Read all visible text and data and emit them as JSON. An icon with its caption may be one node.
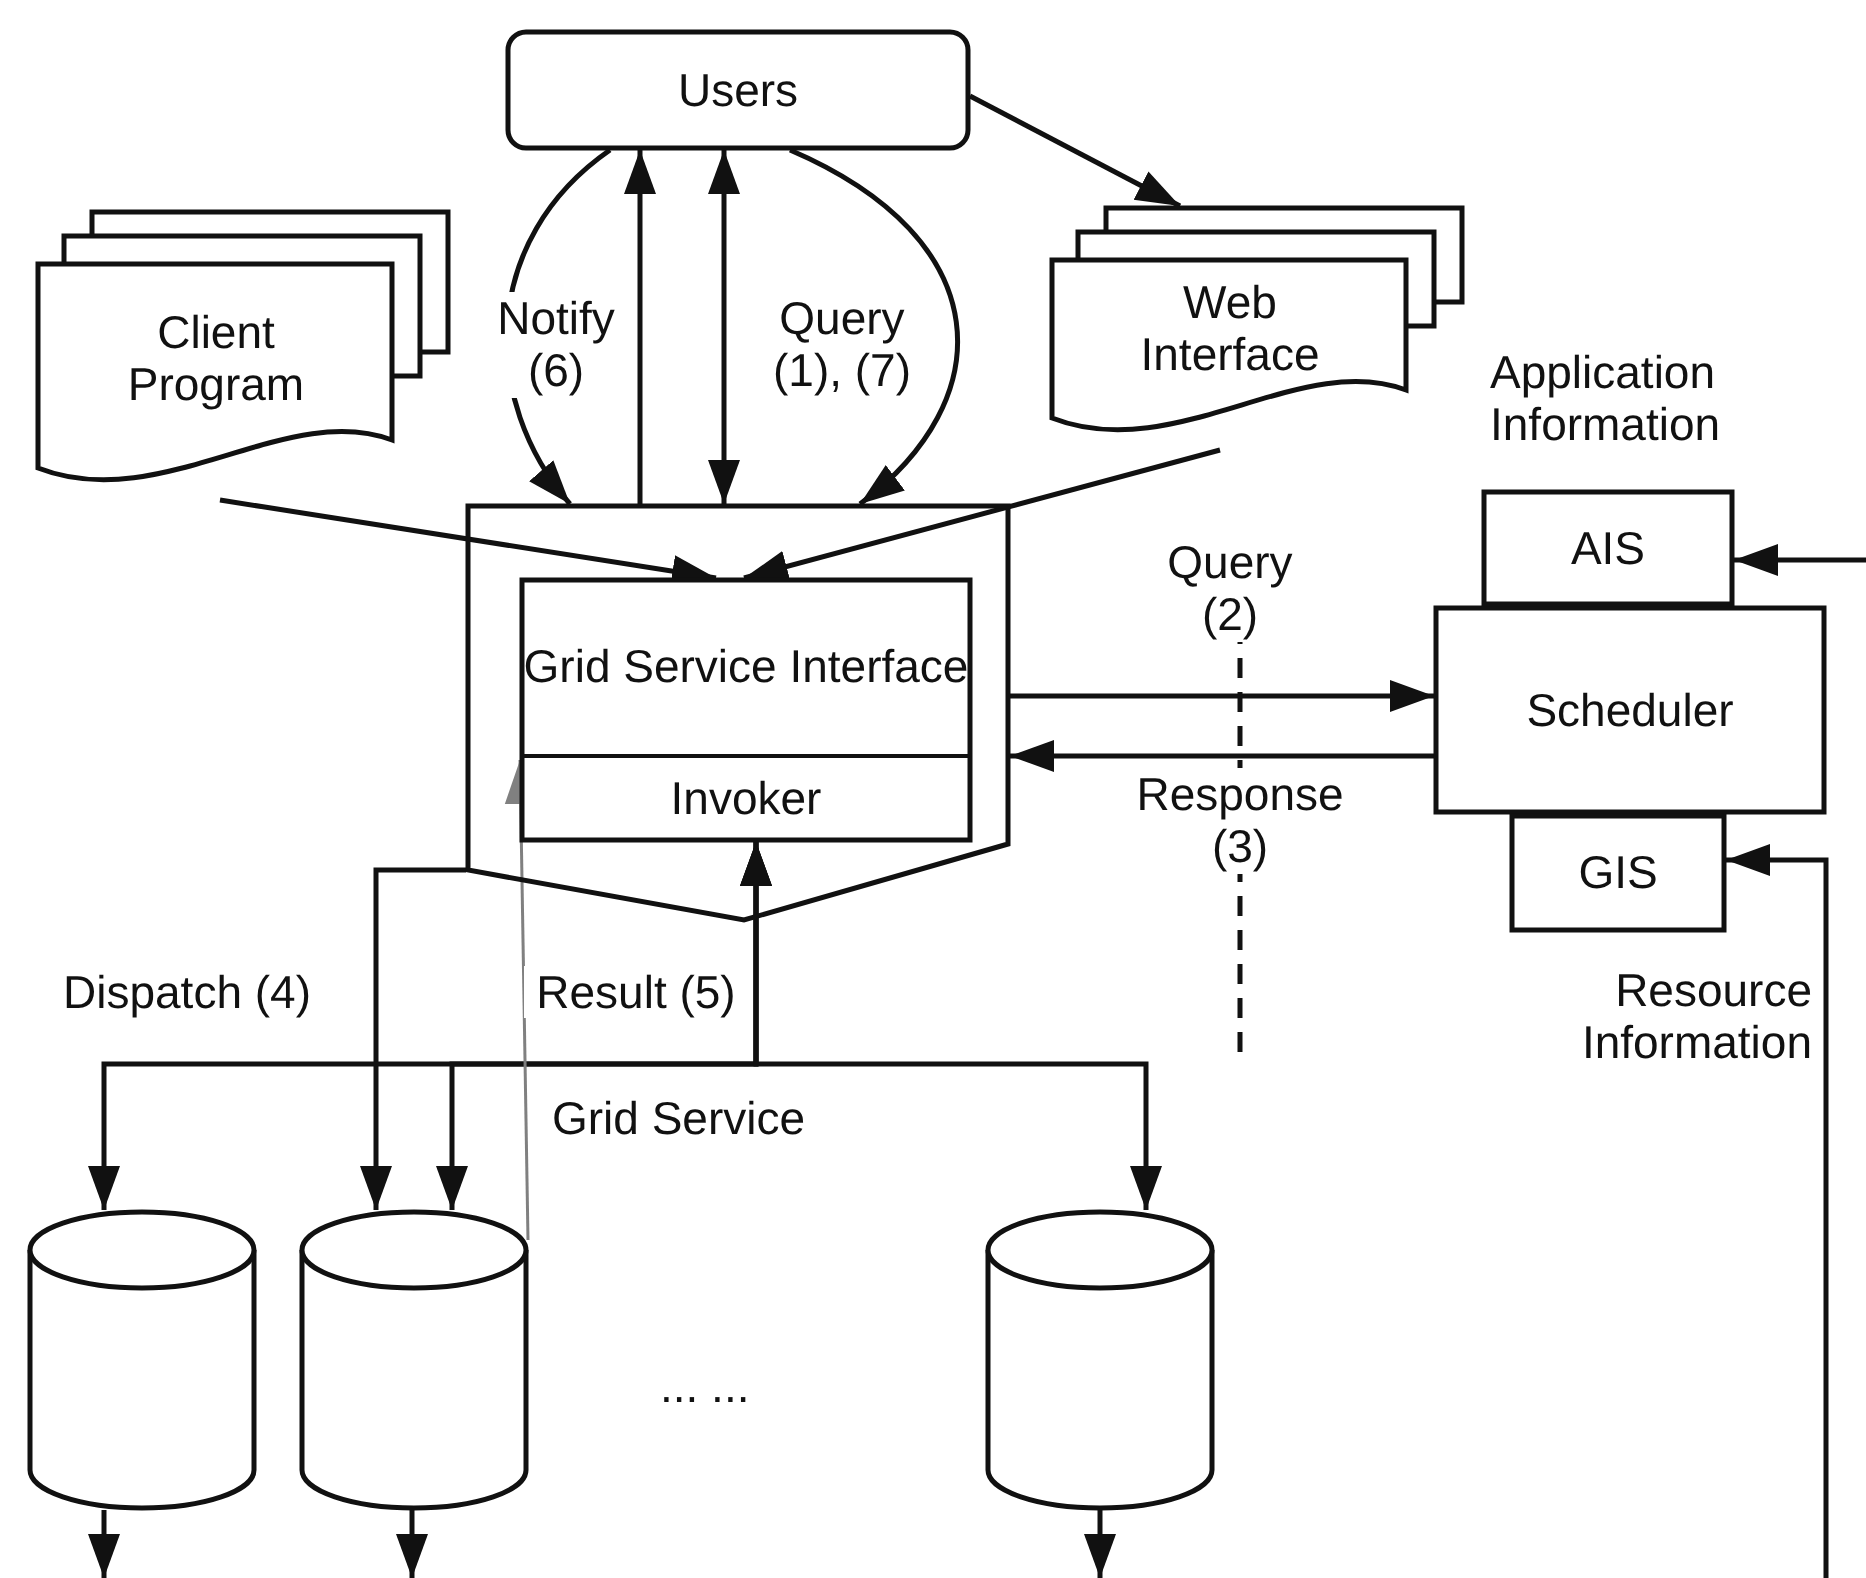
{
  "diagram": {
    "nodes": [
      {
        "text": [
          "Users"
        ]
      },
      {
        "text": [
          "Client Program"
        ]
      },
      {
        "text": [
          "Web Interface"
        ]
      },
      {
        "text": [],
        "shape": "pentagon"
      },
      {
        "text": [
          "Grid Service Interface"
        ],
        "in": 3
      },
      {
        "text": [
          "Invoker"
        ],
        "in": 4
      },
      {
        "text": [
          "Scheduler"
        ]
      },
      {
        "text": [
          "AIS"
        ],
        "beside": [
          "Application Information"
        ]
      },
      {
        "text": [
          "GIS"
        ],
        "beside": [
          "Resource Information"
        ]
      },
      {
        "text": [],
        "shape": "cylinder"
      },
      {
        "text": [],
        "shape": "cylinder"
      },
      {
        "text": [],
        "shape": "cylinder"
      }
    ],
    "edges": [
      {
        "from": 0,
        "to": 2,
        "arrow": "to"
      },
      {
        "from": 0,
        "to": 3,
        "arrow": "to"
      },
      {
        "from": 0,
        "to": 3,
        "arrow": "to"
      },
      {
        "from": 3,
        "to": 0,
        "arrow": "to",
        "label": "Notify (6)"
      },
      {
        "from": 0,
        "to": 3,
        "arrow": "both",
        "label": "Query (1), (7)"
      },
      {
        "from": 1,
        "to": 4,
        "arrow": "to"
      },
      {
        "from": 2,
        "to": 4,
        "arrow": "to"
      },
      {
        "from": 3,
        "to": 6,
        "arrow": "to",
        "label": "Query (2)"
      },
      {
        "from": 6,
        "to": 3,
        "arrow": "to",
        "label": "Response (3)"
      },
      {
        "from": null,
        "to": 7,
        "arrow": "to"
      },
      {
        "from": null,
        "to": 8,
        "arrow": "to"
      },
      {
        "from": 3,
        "to": 10,
        "arrow": "to",
        "label": "Dispatch (4)"
      },
      {
        "from": 5,
        "to": 9,
        "arrow": "both",
        "label": "Result (5)"
      },
      {
        "from": 5,
        "to": 10,
        "arrow": "both"
      },
      {
        "from": 5,
        "to": 11,
        "arrow": "both"
      },
      {
        "from": 10,
        "to": 4,
        "arrow": "to",
        "color": "#808080"
      },
      {
        "from": 9,
        "to": null,
        "arrow": "to"
      },
      {
        "from": 10,
        "to": null,
        "arrow": "to"
      },
      {
        "from": 11,
        "to": null,
        "arrow": "to"
      }
    ],
    "labels": [
      "Grid Service",
      "... ..."
    ]
  }
}
